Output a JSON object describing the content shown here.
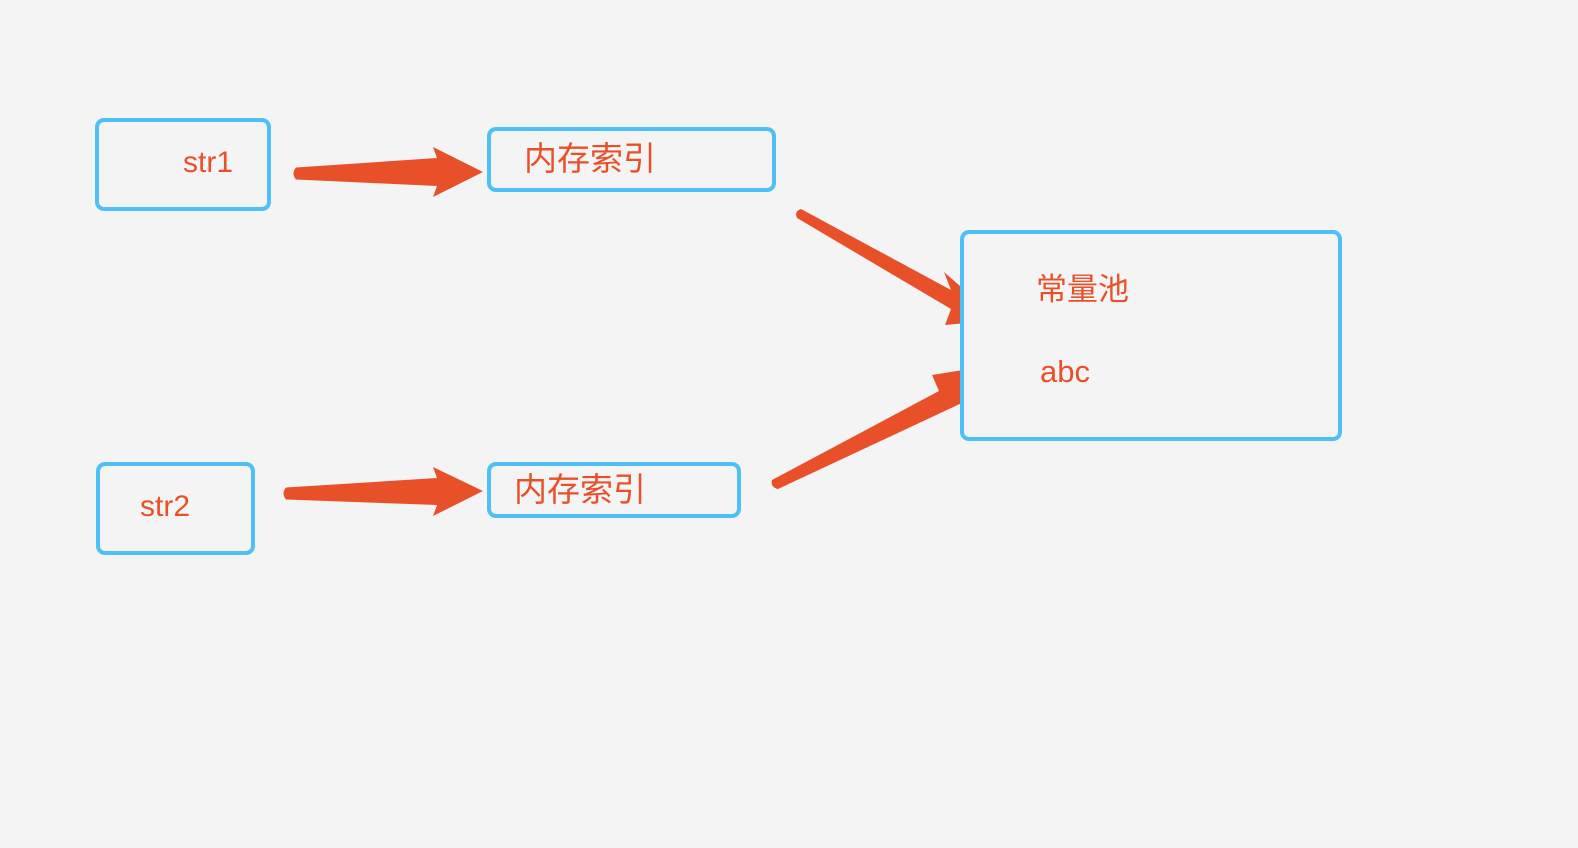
{
  "diagram": {
    "title": "String constant pool reference diagram",
    "background_color": "#f4f4f4",
    "box_border_color": "#4ec0f5",
    "text_color": "#e8502a",
    "arrow_color": "#e8502a",
    "nodes": [
      {
        "id": "str1",
        "label": "str1"
      },
      {
        "id": "index1",
        "label": "内存索引"
      },
      {
        "id": "str2",
        "label": "str2"
      },
      {
        "id": "index2",
        "label": "内存索引"
      },
      {
        "id": "pool",
        "title": "常量池",
        "value": "abc"
      }
    ],
    "arrows": [
      {
        "id": "arrow-str1-to-index1",
        "from": "str1",
        "to": "index1"
      },
      {
        "id": "arrow-index1-to-pool",
        "from": "index1",
        "to": "pool"
      },
      {
        "id": "arrow-str2-to-index2",
        "from": "str2",
        "to": "index2"
      },
      {
        "id": "arrow-index2-to-pool",
        "from": "index2",
        "to": "pool"
      }
    ]
  }
}
